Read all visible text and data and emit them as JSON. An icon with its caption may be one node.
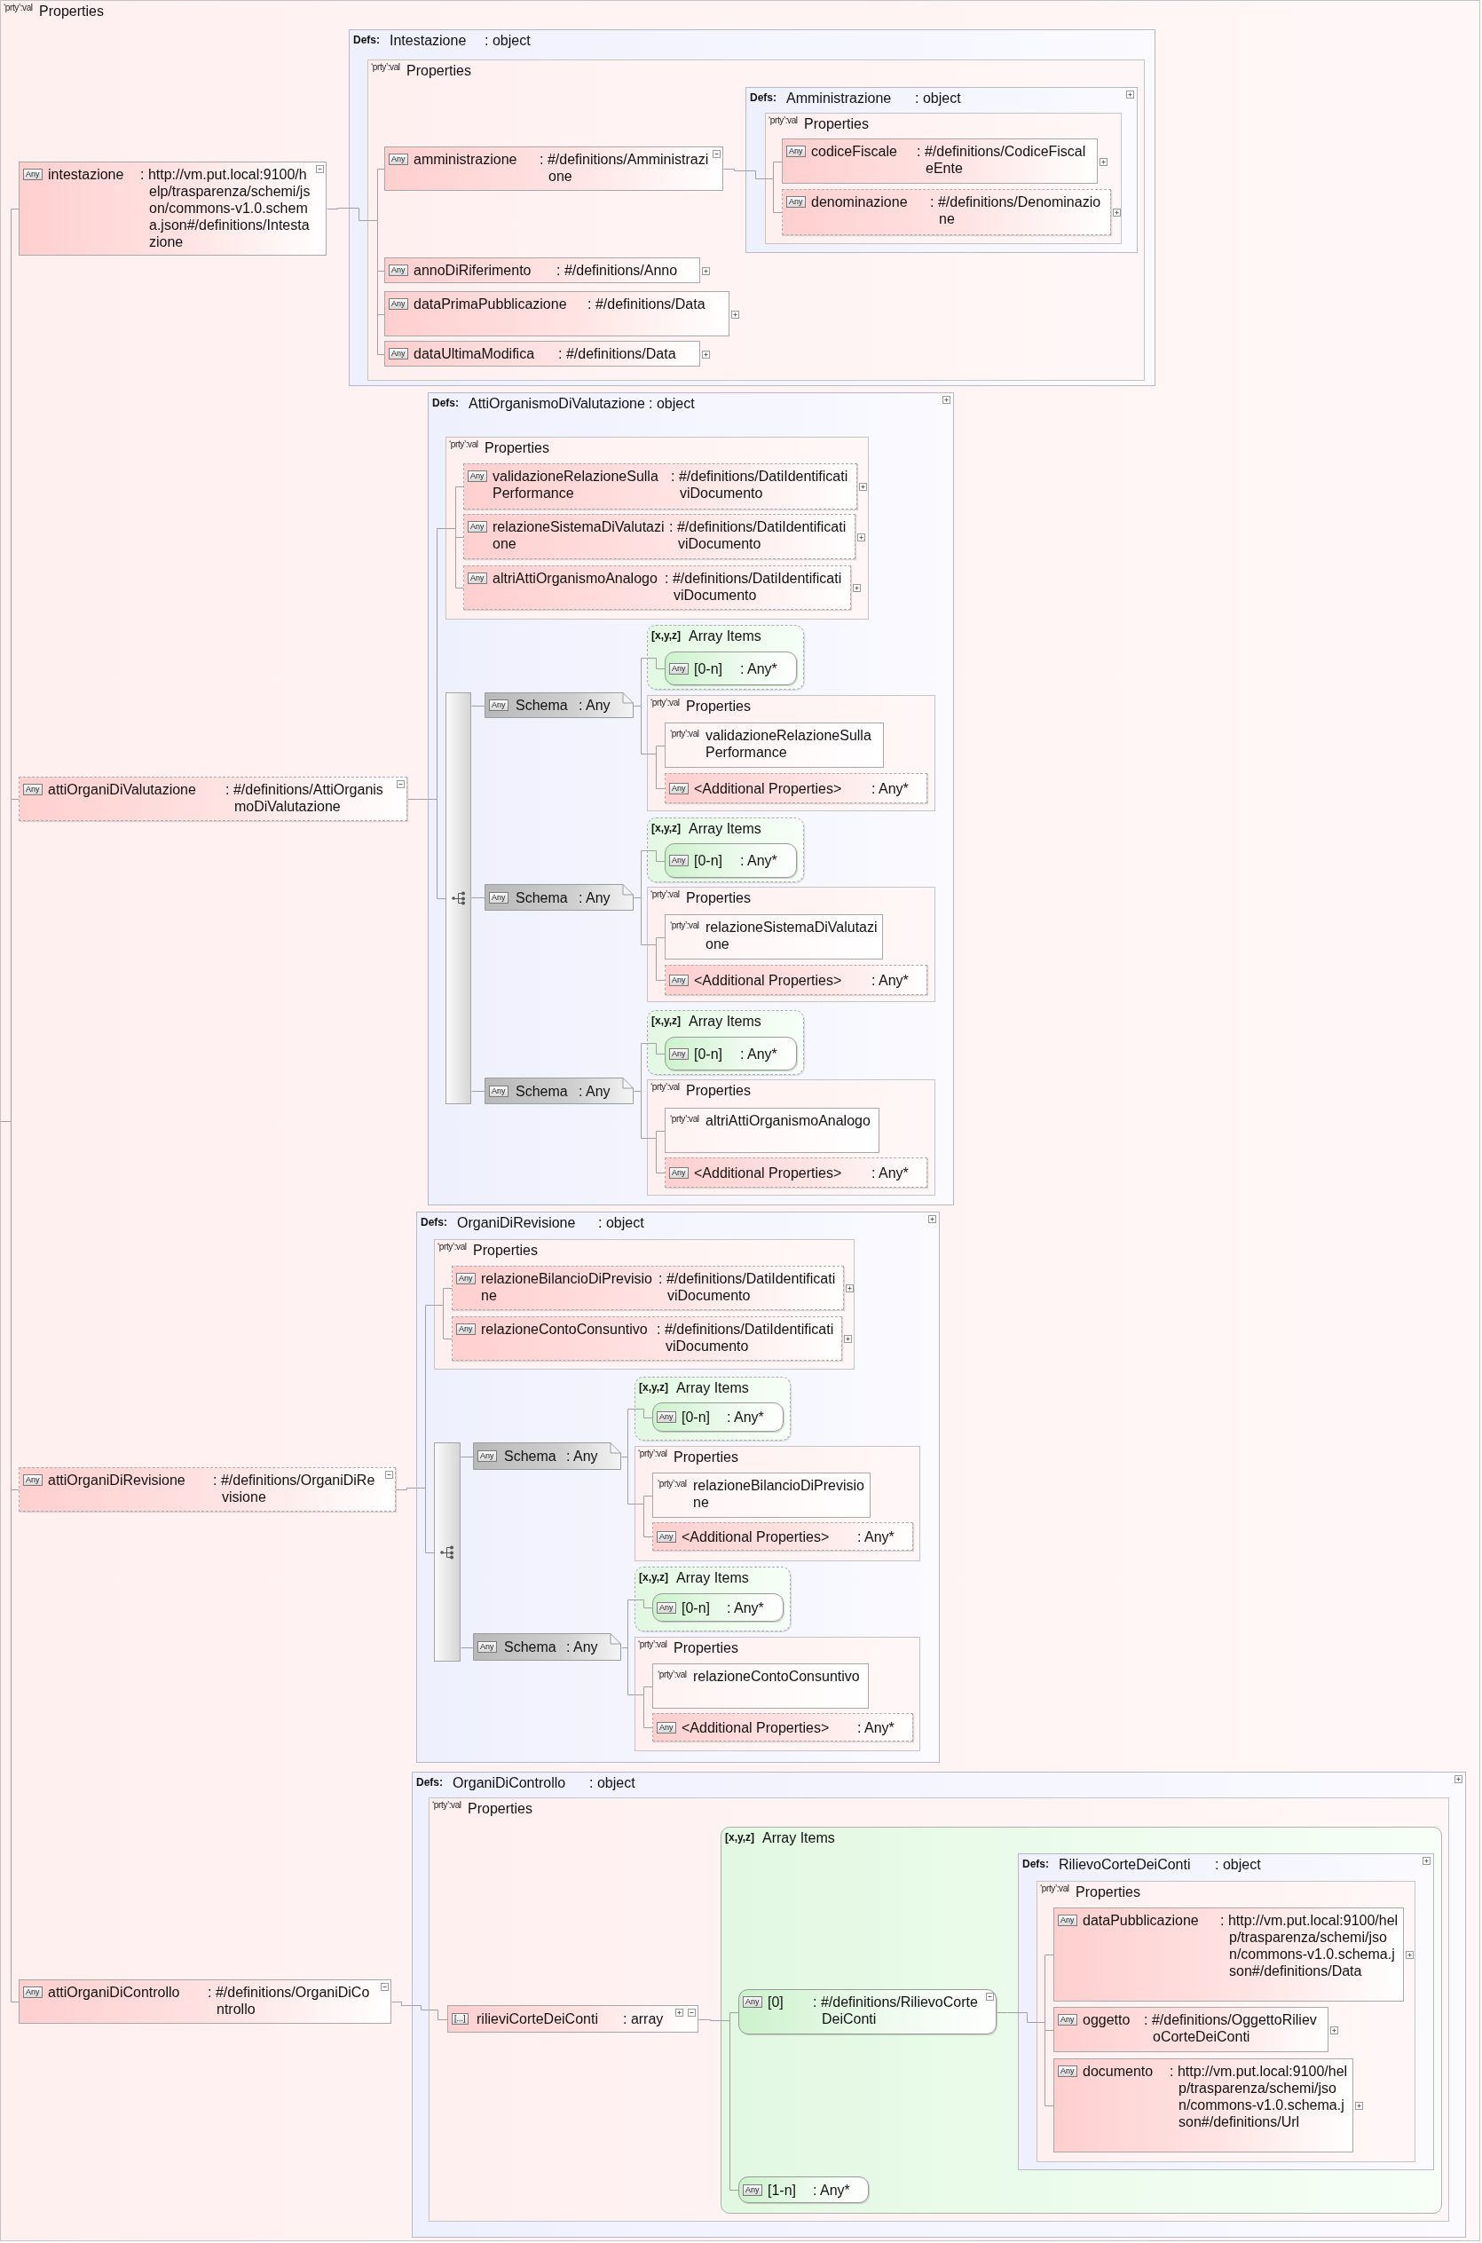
{
  "diagram": {
    "nodes": [
      {
        "text": [
          "‘prty’:val",
          "Properties"
        ]
      },
      {
        "text": [
          "Any",
          "intestazione",
          ": http://vm.put.local:9100/help/trasparenza/schemi/json/commons-v1.0.schema.json#/definitions/Intestazione"
        ],
        "in": 0
      },
      {
        "text": [
          "Defs:",
          "Intestazione",
          ": object"
        ],
        "in": 0
      },
      {
        "text": [
          "‘prty’:val",
          "Properties"
        ],
        "in": 2
      },
      {
        "text": [
          "Any",
          "amministrazione",
          ": #/definitions/Amministrazione"
        ],
        "in": 3
      },
      {
        "text": [
          "Defs:",
          "Amministrazione",
          ": object"
        ],
        "in": 3
      },
      {
        "text": [
          "‘prty’:val",
          "Properties"
        ],
        "in": 5
      },
      {
        "text": [
          "Any",
          "codiceFiscale",
          ": #/definitions/CodiceFiscaleEnte"
        ],
        "in": 6
      },
      {
        "text": [
          "Any",
          "denominazione",
          ": #/definitions/Denominazione"
        ],
        "in": 6
      },
      {
        "text": [
          "Any",
          "annoDiRiferimento",
          ": #/definitions/Anno"
        ],
        "in": 3
      },
      {
        "text": [
          "Any",
          "dataPrimaPubblicazione",
          ": #/definitions/Data"
        ],
        "in": 3
      },
      {
        "text": [
          "Any",
          "dataUltimaModifica",
          ": #/definitions/Data"
        ],
        "in": 3
      },
      {
        "text": [
          "Any",
          "attiOrganiDiValutazione",
          ": #/definitions/AttiOrganismoDiValutazione"
        ],
        "in": 0
      },
      {
        "text": [
          "Defs:",
          "AttiOrganismoDiValutazione",
          ": object"
        ],
        "in": 0
      },
      {
        "text": [
          "‘prty’:val",
          "Properties"
        ],
        "in": 13
      },
      {
        "text": [
          "Any",
          "validazioneRelazioneSullaPerformance",
          ": #/definitions/DatiIdentificativiDocumento"
        ],
        "in": 14
      },
      {
        "text": [
          "Any",
          "relazioneSistemaDiValutazione",
          ": #/definitions/DatiIdentificativiDocumento"
        ],
        "in": 14
      },
      {
        "text": [
          "Any",
          "altriAttiOrganismoAnalogo",
          ": #/definitions/DatiIdentificativiDocumento"
        ],
        "in": 14
      },
      {
        "text": [],
        "shape": "bar",
        "in": 13
      },
      {
        "text": [
          "Any",
          "Schema",
          ": Any"
        ],
        "in": 13
      },
      {
        "text": [
          "[x,y,z]",
          "Array Items"
        ],
        "in": 13
      },
      {
        "text": [
          "Any",
          "[0-n]",
          ": Any*"
        ],
        "in": 20
      },
      {
        "text": [
          "‘prty’:val",
          "Properties"
        ],
        "in": 13
      },
      {
        "text": [
          "‘prty’:val",
          "validazioneRelazioneSullaPerformance"
        ],
        "in": 22
      },
      {
        "text": [
          "Any",
          "<Additional Properties>",
          ": Any*"
        ],
        "in": 22
      },
      {
        "text": [
          "Any",
          "Schema",
          ": Any"
        ],
        "in": 13
      },
      {
        "text": [
          "[x,y,z]",
          "Array Items"
        ],
        "in": 13
      },
      {
        "text": [
          "Any",
          "[0-n]",
          ": Any*"
        ],
        "in": 26
      },
      {
        "text": [
          "‘prty’:val",
          "Properties"
        ],
        "in": 13
      },
      {
        "text": [
          "‘prty’:val",
          "relazioneSistemaDiValutazione"
        ],
        "in": 28
      },
      {
        "text": [
          "Any",
          "<Additional Properties>",
          ": Any*"
        ],
        "in": 28
      },
      {
        "text": [
          "Any",
          "Schema",
          ": Any"
        ],
        "in": 13
      },
      {
        "text": [
          "[x,y,z]",
          "Array Items"
        ],
        "in": 13
      },
      {
        "text": [
          "Any",
          "[0-n]",
          ": Any*"
        ],
        "in": 32
      },
      {
        "text": [
          "‘prty’:val",
          "Properties"
        ],
        "in": 13
      },
      {
        "text": [
          "‘prty’:val",
          "altriAttiOrganismoAnalogo"
        ],
        "in": 34
      },
      {
        "text": [
          "Any",
          "<Additional Properties>",
          ": Any*"
        ],
        "in": 34
      },
      {
        "text": [
          "Any",
          "attiOrganiDiRevisione",
          ": #/definitions/OrganiDiRevisione"
        ],
        "in": 0
      },
      {
        "text": [
          "Defs:",
          "OrganiDiRevisione",
          ": object"
        ],
        "in": 0
      },
      {
        "text": [
          "‘prty’:val",
          "Properties"
        ],
        "in": 38
      },
      {
        "text": [
          "Any",
          "relazioneBilancioDiPrevisione",
          ": #/definitions/DatiIdentificativiDocumento"
        ],
        "in": 39
      },
      {
        "text": [
          "Any",
          "relazioneContoConsuntivo",
          ": #/definitions/DatiIdentificativiDocumento"
        ],
        "in": 39
      },
      {
        "text": [],
        "shape": "bar",
        "in": 38
      },
      {
        "text": [
          "Any",
          "Schema",
          ": Any"
        ],
        "in": 38
      },
      {
        "text": [
          "[x,y,z]",
          "Array Items"
        ],
        "in": 38
      },
      {
        "text": [
          "Any",
          "[0-n]",
          ": Any*"
        ],
        "in": 44
      },
      {
        "text": [
          "‘prty’:val",
          "Properties"
        ],
        "in": 38
      },
      {
        "text": [
          "‘prty’:val",
          "relazioneBilancioDiPrevisione"
        ],
        "in": 46
      },
      {
        "text": [
          "Any",
          "<Additional Properties>",
          ": Any*"
        ],
        "in": 46
      },
      {
        "text": [
          "Any",
          "Schema",
          ": Any"
        ],
        "in": 38
      },
      {
        "text": [
          "[x,y,z]",
          "Array Items"
        ],
        "in": 38
      },
      {
        "text": [
          "Any",
          "[0-n]",
          ": Any*"
        ],
        "in": 50
      },
      {
        "text": [
          "‘prty’:val",
          "Properties"
        ],
        "in": 38
      },
      {
        "text": [
          "‘prty’:val",
          "relazioneContoConsuntivo"
        ],
        "in": 52
      },
      {
        "text": [
          "Any",
          "<Additional Properties>",
          ": Any*"
        ],
        "in": 52
      },
      {
        "text": [
          "Any",
          "attiOrganiDiControllo",
          ": #/definitions/OrganiDiControllo"
        ],
        "in": 0
      },
      {
        "text": [
          "Defs:",
          "OrganiDiControllo",
          ": object"
        ],
        "in": 0
      },
      {
        "text": [
          "‘prty’:val",
          "Properties"
        ],
        "in": 56
      },
      {
        "text": [
          "[...]",
          "rilieviCorteDeiConti",
          ": array"
        ],
        "in": 57
      },
      {
        "text": [
          "[x,y,z]",
          "Array Items"
        ],
        "in": 57
      },
      {
        "text": [
          "Any",
          "[0]",
          ": #/definitions/RilievoCorteDeiConti"
        ],
        "in": 59
      },
      {
        "text": [
          "Defs:",
          "RilievoCorteDeiConti",
          ": object"
        ],
        "in": 59
      },
      {
        "text": [
          "‘prty’:val",
          "Properties"
        ],
        "in": 61
      },
      {
        "text": [
          "Any",
          "dataPubblicazione",
          ": http://vm.put.local:9100/help/trasparenza/schemi/json/commons-v1.0.schema.json#/definitions/Data"
        ],
        "in": 62
      },
      {
        "text": [
          "Any",
          "oggetto",
          ": #/definitions/OggettoRilievoCorteDeiConti"
        ],
        "in": 62
      },
      {
        "text": [
          "Any",
          "documento",
          ": http://vm.put.local:9100/help/trasparenza/schemi/json/commons-v1.0.schema.json#/definitions/Url"
        ],
        "in": 62
      },
      {
        "text": [
          "Any",
          "[1-n]",
          ": Any*"
        ],
        "in": 59
      }
    ],
    "edges": [
      {
        "from": 0,
        "to": 1,
        "arrow": "none"
      },
      {
        "from": 0,
        "to": 12,
        "arrow": "none"
      },
      {
        "from": 0,
        "to": 37,
        "arrow": "none"
      },
      {
        "from": 0,
        "to": 55,
        "arrow": "none"
      },
      {
        "from": 1,
        "to": 2,
        "arrow": "none"
      },
      {
        "from": 2,
        "to": 3,
        "arrow": "none"
      },
      {
        "from": 3,
        "to": 4,
        "arrow": "none"
      },
      {
        "from": 3,
        "to": 9,
        "arrow": "none"
      },
      {
        "from": 3,
        "to": 10,
        "arrow": "none"
      },
      {
        "from": 3,
        "to": 11,
        "arrow": "none"
      },
      {
        "from": 4,
        "to": 5,
        "arrow": "none"
      },
      {
        "from": 5,
        "to": 6,
        "arrow": "none"
      },
      {
        "from": 6,
        "to": 7,
        "arrow": "none"
      },
      {
        "from": 6,
        "to": 8,
        "arrow": "none"
      },
      {
        "from": 12,
        "to": 13,
        "arrow": "none"
      },
      {
        "from": 13,
        "to": 14,
        "arrow": "none"
      },
      {
        "from": 13,
        "to": 18,
        "arrow": "none"
      },
      {
        "from": 14,
        "to": 15,
        "arrow": "none"
      },
      {
        "from": 14,
        "to": 16,
        "arrow": "none"
      },
      {
        "from": 14,
        "to": 17,
        "arrow": "none"
      },
      {
        "from": 18,
        "to": 19,
        "arrow": "none"
      },
      {
        "from": 18,
        "to": 25,
        "arrow": "none"
      },
      {
        "from": 18,
        "to": 31,
        "arrow": "none"
      },
      {
        "from": 19,
        "to": 20,
        "arrow": "none"
      },
      {
        "from": 19,
        "to": 22,
        "arrow": "none"
      },
      {
        "from": 20,
        "to": 21,
        "arrow": "none"
      },
      {
        "from": 22,
        "to": 23,
        "arrow": "none"
      },
      {
        "from": 22,
        "to": 24,
        "arrow": "none"
      },
      {
        "from": 25,
        "to": 26,
        "arrow": "none"
      },
      {
        "from": 25,
        "to": 28,
        "arrow": "none"
      },
      {
        "from": 26,
        "to": 27,
        "arrow": "none"
      },
      {
        "from": 28,
        "to": 29,
        "arrow": "none"
      },
      {
        "from": 28,
        "to": 30,
        "arrow": "none"
      },
      {
        "from": 31,
        "to": 32,
        "arrow": "none"
      },
      {
        "from": 31,
        "to": 34,
        "arrow": "none"
      },
      {
        "from": 32,
        "to": 33,
        "arrow": "none"
      },
      {
        "from": 34,
        "to": 35,
        "arrow": "none"
      },
      {
        "from": 34,
        "to": 36,
        "arrow": "none"
      },
      {
        "from": 37,
        "to": 38,
        "arrow": "none"
      },
      {
        "from": 38,
        "to": 39,
        "arrow": "none"
      },
      {
        "from": 38,
        "to": 42,
        "arrow": "none"
      },
      {
        "from": 39,
        "to": 40,
        "arrow": "none"
      },
      {
        "from": 39,
        "to": 41,
        "arrow": "none"
      },
      {
        "from": 42,
        "to": 43,
        "arrow": "none"
      },
      {
        "from": 42,
        "to": 49,
        "arrow": "none"
      },
      {
        "from": 43,
        "to": 44,
        "arrow": "none"
      },
      {
        "from": 43,
        "to": 46,
        "arrow": "none"
      },
      {
        "from": 44,
        "to": 45,
        "arrow": "none"
      },
      {
        "from": 46,
        "to": 47,
        "arrow": "none"
      },
      {
        "from": 46,
        "to": 48,
        "arrow": "none"
      },
      {
        "from": 49,
        "to": 50,
        "arrow": "none"
      },
      {
        "from": 49,
        "to": 52,
        "arrow": "none"
      },
      {
        "from": 50,
        "to": 51,
        "arrow": "none"
      },
      {
        "from": 52,
        "to": 53,
        "arrow": "none"
      },
      {
        "from": 52,
        "to": 54,
        "arrow": "none"
      },
      {
        "from": 55,
        "to": 56,
        "arrow": "none"
      },
      {
        "from": 56,
        "to": 57,
        "arrow": "none"
      },
      {
        "from": 57,
        "to": 58,
        "arrow": "none"
      },
      {
        "from": 58,
        "to": 59,
        "arrow": "none"
      },
      {
        "from": 59,
        "to": 60,
        "arrow": "none"
      },
      {
        "from": 59,
        "to": 66,
        "arrow": "none"
      },
      {
        "from": 60,
        "to": 61,
        "arrow": "none"
      },
      {
        "from": 61,
        "to": 62,
        "arrow": "none"
      },
      {
        "from": 62,
        "to": 63,
        "arrow": "none"
      },
      {
        "from": 62,
        "to": 64,
        "arrow": "none"
      },
      {
        "from": 62,
        "to": 65,
        "arrow": "none"
      }
    ]
  }
}
